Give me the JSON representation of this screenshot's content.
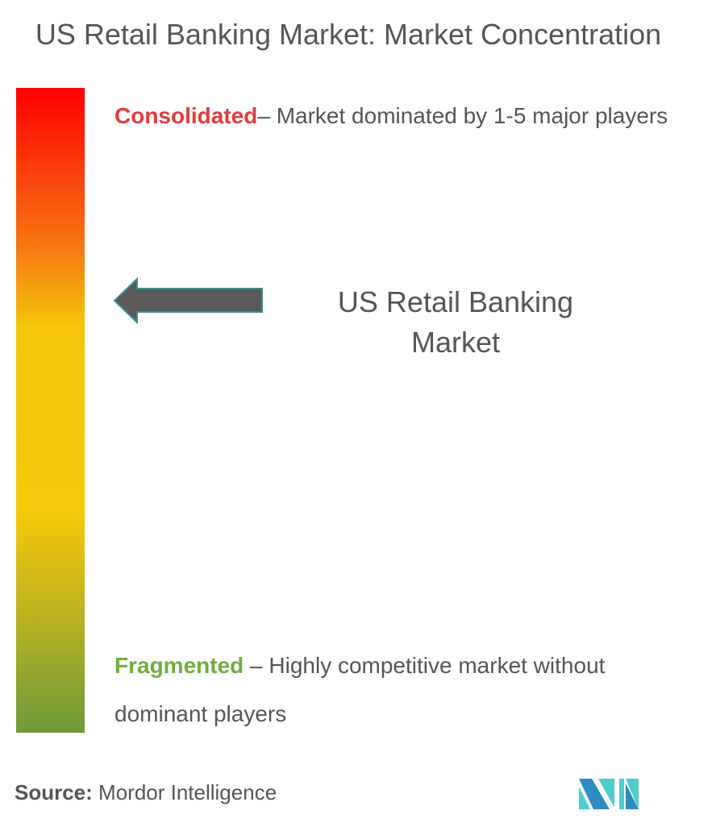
{
  "title": "US Retail Banking Market: Market Concentration",
  "consolidated": {
    "label": "Consolidated",
    "text": "– Market dominated by 1-5 major players"
  },
  "fragmented": {
    "label": "Fragmented",
    "text": " – Highly competitive market without dominant players"
  },
  "market_label": "US Retail Banking Market",
  "source": {
    "label": "Source:",
    "text": " Mordor Intelligence"
  },
  "colors": {
    "consolidated": "#e03c3c",
    "fragmented": "#6fae3d",
    "arrow": "#595959",
    "logo_dark": "#2e8bbf",
    "logo_light": "#4ecdd0"
  }
}
